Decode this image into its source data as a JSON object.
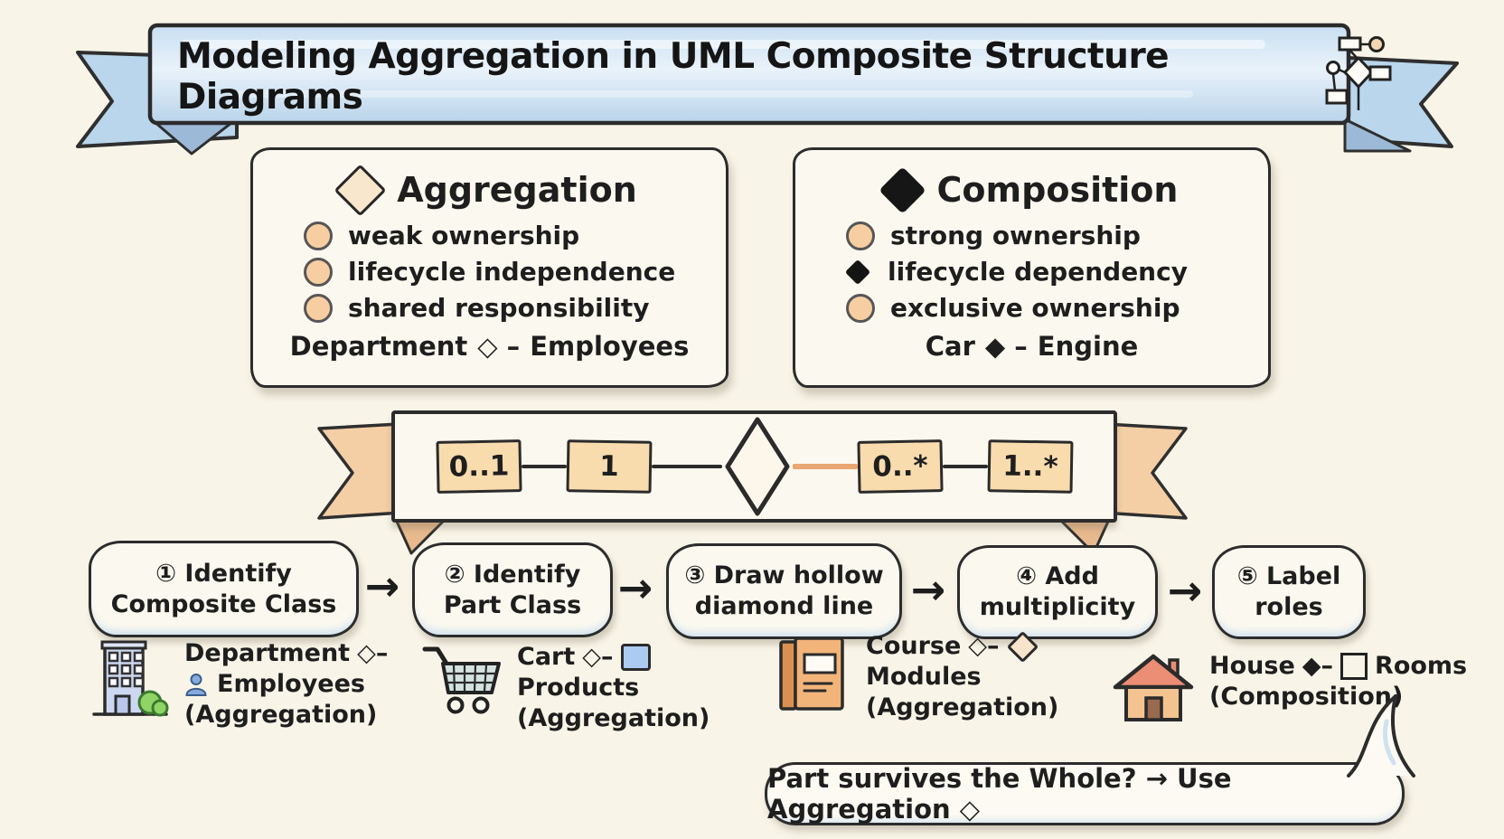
{
  "banner": {
    "title": "Modeling Aggregation in UML Composite Structure Diagrams"
  },
  "aggregation": {
    "title": "Aggregation",
    "bullets": [
      "weak ownership",
      "lifecycle independence",
      "shared responsibility"
    ],
    "example": {
      "whole": "Department",
      "connector": "◇ –",
      "part": "Employees"
    }
  },
  "composition": {
    "title": "Composition",
    "bullets": [
      "strong ownership",
      "lifecycle dependency",
      "exclusive ownership"
    ],
    "example": {
      "whole": "Car",
      "connector": "◆ –",
      "part": "Engine"
    }
  },
  "multiplicity": {
    "labels": [
      "0..1",
      "1",
      "0..*",
      "1..*"
    ]
  },
  "steps": [
    {
      "line1": "① Identify",
      "line2": "Composite Class"
    },
    {
      "line1": "② Identify",
      "line2": "Part Class"
    },
    {
      "line1": "③ Draw hollow",
      "line2": "diamond line"
    },
    {
      "line1": "④ Add",
      "line2": "multiplicity"
    },
    {
      "line1": "⑤ Label",
      "line2": "roles"
    }
  ],
  "arrow_glyph": "→",
  "examples": [
    {
      "name": "Department",
      "connector": "◇–",
      "part": "Employees",
      "relation": "(Aggregation)",
      "icon": "building-icon"
    },
    {
      "name": "Cart",
      "connector": "◇–",
      "part": "Products",
      "relation": "(Aggregation)",
      "icon": "cart-icon"
    },
    {
      "name": "Course",
      "connector": "◇–",
      "part": "Modules",
      "relation": "(Aggregation)",
      "icon": "book-icon"
    },
    {
      "name": "House",
      "connector": "◆–",
      "part": "Rooms",
      "relation": "(Composition)",
      "icon": "house-icon"
    }
  ],
  "note": {
    "text": "Part survives the Whole? → Use Aggregation ◇"
  },
  "icons": [
    "uml-flowchart-icon",
    "hollow-diamond-icon",
    "filled-diamond-icon",
    "building-icon",
    "person-icon",
    "cart-icon",
    "book-icon",
    "house-icon"
  ],
  "colors": {
    "background": "#f8f4e7",
    "banner_blue": "#cde2f4",
    "banner_blue_dark": "#b9d6ec",
    "ribbon_peach": "#f4cfa6",
    "box_fill": "#fbf8ef",
    "multiplicity_fill": "#f8dcae",
    "bullet_peach": "#f6cea2",
    "ink": "#2b2b2b",
    "peach_line": "#e9a572",
    "bush_green": "#90d468",
    "book_orange": "#f2b478",
    "house_roof": "#ec8e76",
    "house_wall": "#f3c48f",
    "person_blue": "#86acdd"
  }
}
